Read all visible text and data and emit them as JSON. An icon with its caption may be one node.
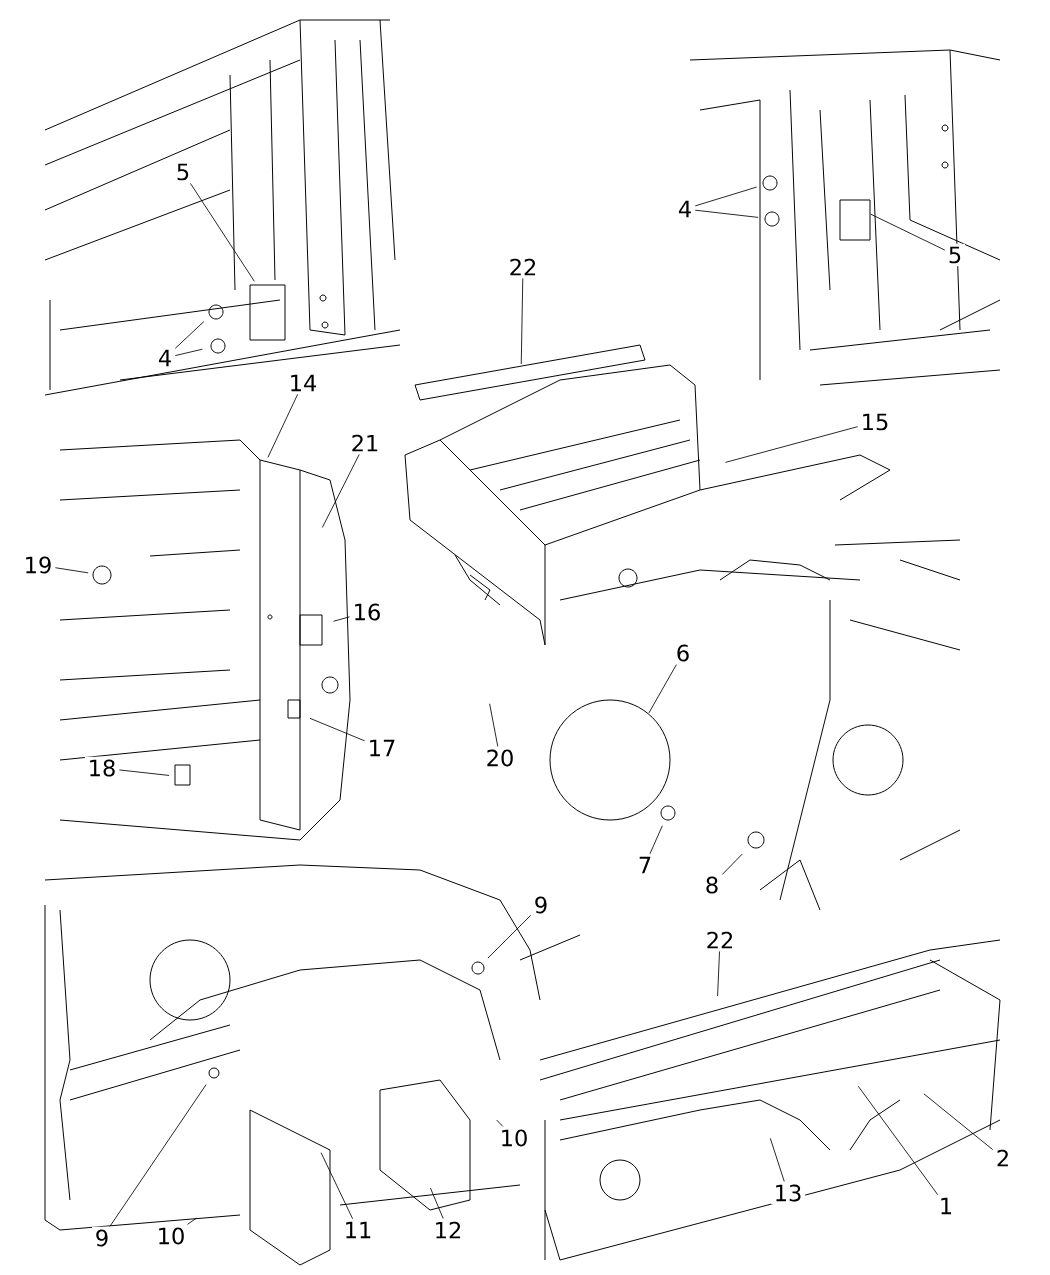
{
  "diagram": {
    "nodes": [
      {
        "text": [
          "5"
        ]
      },
      {
        "text": [
          "4"
        ]
      },
      {
        "text": [
          "22"
        ]
      },
      {
        "text": [
          "4"
        ]
      },
      {
        "text": [
          "5"
        ]
      },
      {
        "text": [
          "14"
        ]
      },
      {
        "text": [
          "21"
        ]
      },
      {
        "text": [
          "15"
        ]
      },
      {
        "text": [
          "19"
        ]
      },
      {
        "text": [
          "16"
        ]
      },
      {
        "text": [
          "6"
        ]
      },
      {
        "text": [
          "20"
        ]
      },
      {
        "text": [
          "17"
        ]
      },
      {
        "text": [
          "18"
        ]
      },
      {
        "text": [
          "7"
        ]
      },
      {
        "text": [
          "8"
        ]
      },
      {
        "text": [
          "9"
        ]
      },
      {
        "text": [
          "22"
        ]
      },
      {
        "text": [
          "10"
        ]
      },
      {
        "text": [
          "2"
        ]
      },
      {
        "text": [
          "1"
        ]
      },
      {
        "text": [
          "13"
        ]
      },
      {
        "text": [
          "9"
        ]
      },
      {
        "text": [
          "10"
        ]
      },
      {
        "text": [
          "11"
        ]
      },
      {
        "text": [
          "12"
        ]
      }
    ],
    "edges": [
      {
        "from": 0,
        "to": null,
        "arrow": "none"
      },
      {
        "from": 1,
        "to": null,
        "arrow": "none"
      },
      {
        "from": 1,
        "to": null,
        "arrow": "none"
      },
      {
        "from": 2,
        "to": null,
        "arrow": "none"
      },
      {
        "from": 3,
        "to": null,
        "arrow": "none"
      },
      {
        "from": 3,
        "to": null,
        "arrow": "none"
      },
      {
        "from": 4,
        "to": null,
        "arrow": "none"
      },
      {
        "from": 5,
        "to": null,
        "arrow": "none"
      },
      {
        "from": 6,
        "to": null,
        "arrow": "none"
      },
      {
        "from": 7,
        "to": null,
        "arrow": "none"
      },
      {
        "from": 8,
        "to": null,
        "arrow": "none"
      },
      {
        "from": 9,
        "to": null,
        "arrow": "none"
      },
      {
        "from": 10,
        "to": null,
        "arrow": "none"
      },
      {
        "from": 11,
        "to": null,
        "arrow": "none"
      },
      {
        "from": 12,
        "to": null,
        "arrow": "none"
      },
      {
        "from": 13,
        "to": null,
        "arrow": "none"
      },
      {
        "from": 14,
        "to": null,
        "arrow": "none"
      },
      {
        "from": 15,
        "to": null,
        "arrow": "none"
      },
      {
        "from": 16,
        "to": null,
        "arrow": "none"
      },
      {
        "from": 17,
        "to": null,
        "arrow": "none"
      },
      {
        "from": 18,
        "to": null,
        "arrow": "none"
      },
      {
        "from": 19,
        "to": null,
        "arrow": "none"
      },
      {
        "from": 20,
        "to": null,
        "arrow": "none"
      },
      {
        "from": 21,
        "to": null,
        "arrow": "none"
      },
      {
        "from": 22,
        "to": null,
        "arrow": "none"
      },
      {
        "from": 23,
        "to": null,
        "arrow": "none"
      },
      {
        "from": 24,
        "to": null,
        "arrow": "none"
      },
      {
        "from": 25,
        "to": null,
        "arrow": "none"
      }
    ]
  }
}
